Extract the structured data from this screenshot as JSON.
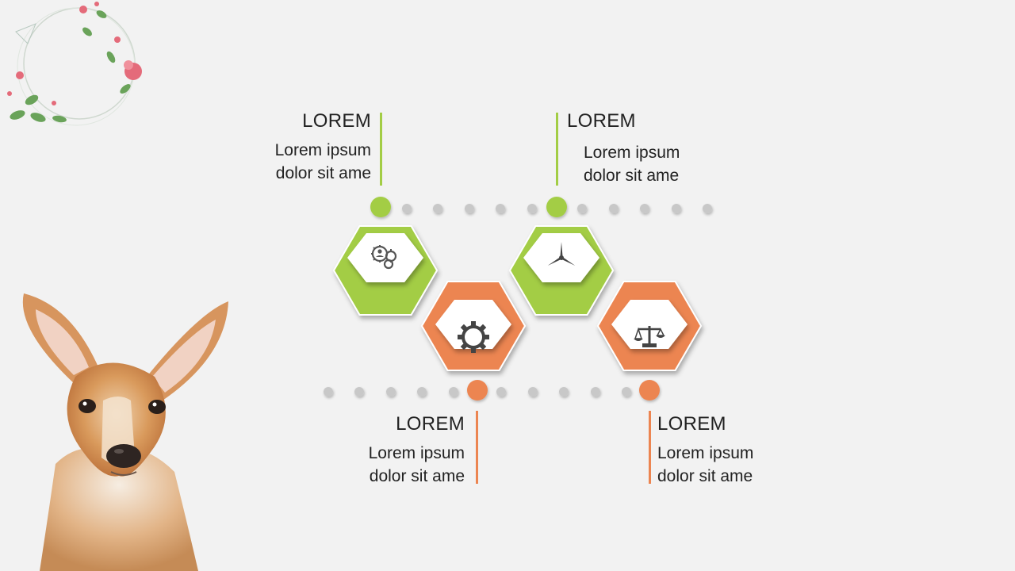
{
  "colors": {
    "green": "#a3cd45",
    "orange": "#ec8551",
    "dot": "#c8c8c8",
    "background": "#f2f2f2"
  },
  "items": [
    {
      "title": "LOREM",
      "line1": "Lorem ipsum",
      "line2": "dolor sit ame",
      "color": "green",
      "icon": "gears-user-icon"
    },
    {
      "title": "LOREM",
      "line1": "Lorem ipsum",
      "line2": "dolor sit ame",
      "color": "orange",
      "icon": "gear-icon"
    },
    {
      "title": "LOREM",
      "line1": "Lorem ipsum",
      "line2": "dolor sit ame",
      "color": "green",
      "icon": "wind-turbine-icon"
    },
    {
      "title": "LOREM",
      "line1": "Lorem ipsum",
      "line2": "dolor sit ame",
      "color": "orange",
      "icon": "balance-scale-icon"
    }
  ],
  "decorations": [
    "floral-wreath-image",
    "fawn-illustration-image"
  ]
}
